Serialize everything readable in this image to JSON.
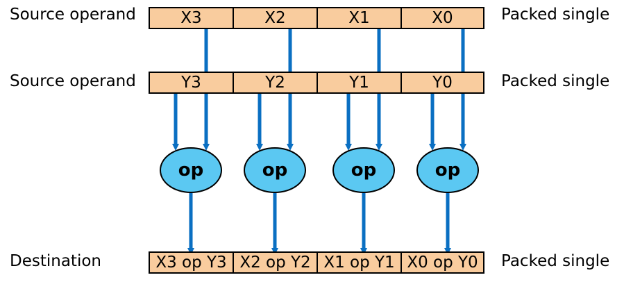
{
  "rows": {
    "source_x": {
      "left_label": "Source operand",
      "right_label": "Packed single",
      "cells": [
        "X3",
        "X2",
        "X1",
        "X0"
      ]
    },
    "source_y": {
      "left_label": "Source operand",
      "right_label": "Packed single",
      "cells": [
        "Y3",
        "Y2",
        "Y1",
        "Y0"
      ]
    },
    "destination": {
      "left_label": "Destination",
      "right_label": "Packed single",
      "cells": [
        "X3 op Y3",
        "X2 op Y2",
        "X1 op Y1",
        "X0 op Y0"
      ]
    }
  },
  "operators": [
    "op",
    "op",
    "op",
    "op"
  ],
  "colors": {
    "register_fill": "#f9cc9e",
    "operator_fill": "#5bc8f2",
    "arrow": "#0a6fc2"
  }
}
